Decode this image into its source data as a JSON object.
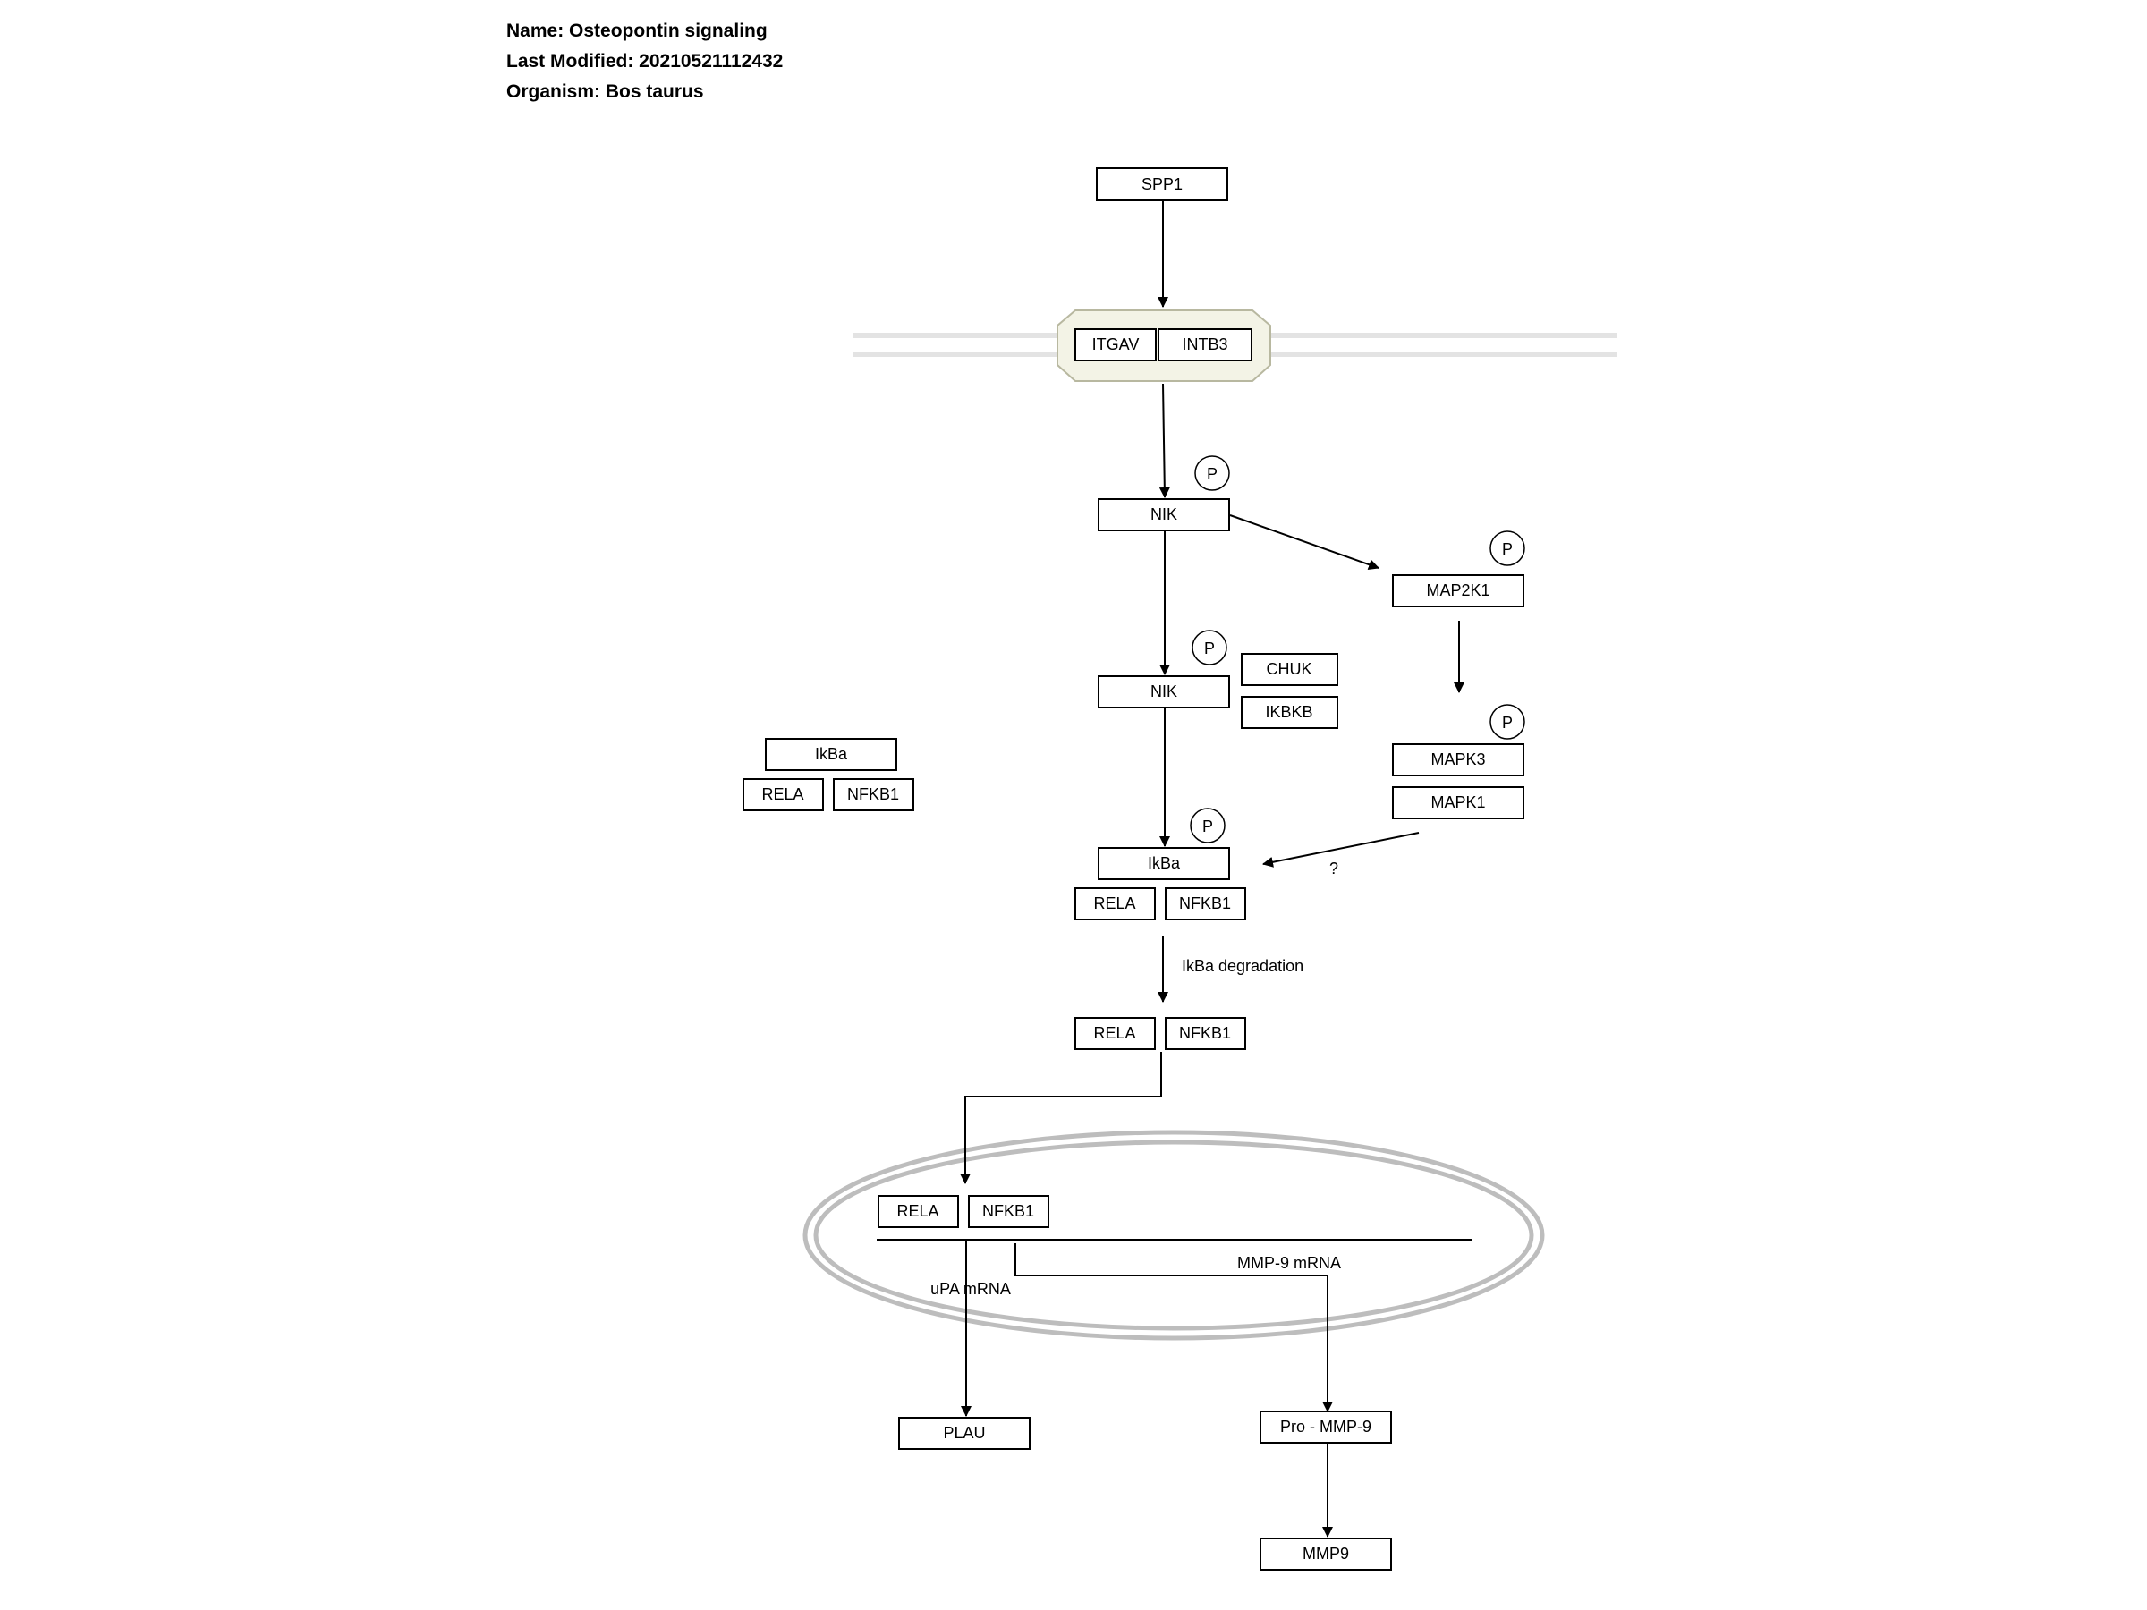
{
  "header": {
    "name": "Name: Osteopontin signaling",
    "modified": "Last Modified: 20210521112432",
    "organism": "Organism: Bos taurus"
  },
  "nodes": {
    "spp1": "SPP1",
    "itgav": "ITGAV",
    "intb3": "INTB3",
    "nik1": "NIK",
    "map2k1": "MAP2K1",
    "nik2": "NIK",
    "chuk": "CHUK",
    "ikbkb": "IKBKB",
    "mapk3": "MAPK3",
    "mapk1": "MAPK1",
    "ikba_free": "IkBa",
    "rela_free": "RELA",
    "nfkb1_free": "NFKB1",
    "ikba": "IkBa",
    "rela_c1": "RELA",
    "nfkb1_c1": "NFKB1",
    "rela_c2": "RELA",
    "nfkb1_c2": "NFKB1",
    "rela_n": "RELA",
    "nfkb1_n": "NFKB1",
    "plau": "PLAU",
    "pro_mmp9": "Pro - MMP-9",
    "mmp9": "MMP9"
  },
  "phospho": {
    "nik1": "P",
    "map2k1": "P",
    "nik2": "P",
    "mapk3": "P",
    "ikba": "P"
  },
  "labels": {
    "question": "?",
    "ikba_degradation": "IkBa degradation",
    "upa_mrna": "uPA mRNA",
    "mmp9_mrna": "MMP-9 mRNA"
  }
}
